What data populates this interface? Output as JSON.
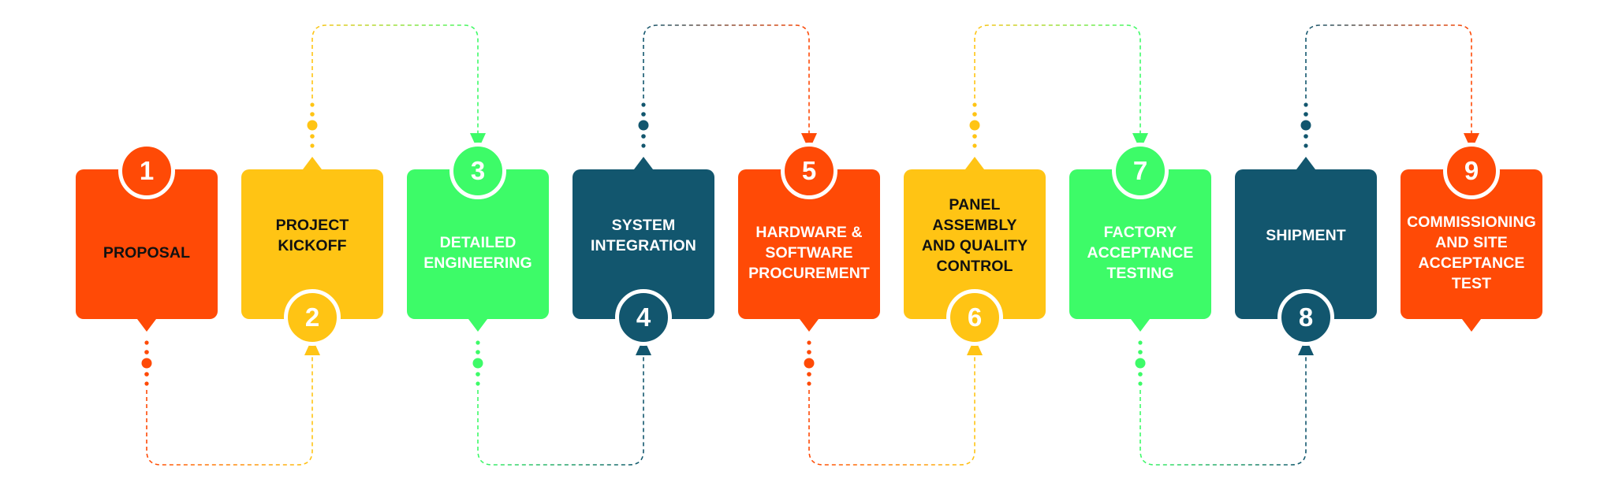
{
  "colors": {
    "orange": "#ff4a06",
    "yellow": "#ffc414",
    "green": "#3dfb68",
    "teal": "#12566e",
    "white": "#ffffff",
    "dark_text": "#111111"
  },
  "steps": [
    {
      "number": "1",
      "label": "PROPOSAL",
      "color": "#ff4a06",
      "text_color": "#111111",
      "badge": "top",
      "tab": "bottom"
    },
    {
      "number": "2",
      "label": "PROJECT\nKICKOFF",
      "color": "#ffc414",
      "text_color": "#111111",
      "badge": "bottom",
      "tab": "top"
    },
    {
      "number": "3",
      "label": "DETAILED\nENGINEERING",
      "color": "#3dfb68",
      "text_color": "#ffffff",
      "badge": "top",
      "tab": "bottom"
    },
    {
      "number": "4",
      "label": "SYSTEM\nINTEGRATION",
      "color": "#12566e",
      "text_color": "#ffffff",
      "badge": "bottom",
      "tab": "top"
    },
    {
      "number": "5",
      "label": "HARDWARE &\nSOFTWARE\nPROCUREMENT",
      "color": "#ff4a06",
      "text_color": "#ffffff",
      "badge": "top",
      "tab": "bottom"
    },
    {
      "number": "6",
      "label": "PANEL\nASSEMBLY\nAND QUALITY\nCONTROL",
      "color": "#ffc414",
      "text_color": "#111111",
      "badge": "bottom",
      "tab": "top"
    },
    {
      "number": "7",
      "label": "FACTORY\nACCEPTANCE\nTESTING",
      "color": "#3dfb68",
      "text_color": "#ffffff",
      "badge": "top",
      "tab": "bottom"
    },
    {
      "number": "8",
      "label": "SHIPMENT",
      "color": "#12566e",
      "text_color": "#ffffff",
      "badge": "bottom",
      "tab": "top"
    },
    {
      "number": "9",
      "label": "COMMISSIONING\nAND SITE\nACCEPTANCE\nTEST",
      "color": "#ff4a06",
      "text_color": "#ffffff",
      "badge": "top",
      "tab": "bottom"
    }
  ]
}
